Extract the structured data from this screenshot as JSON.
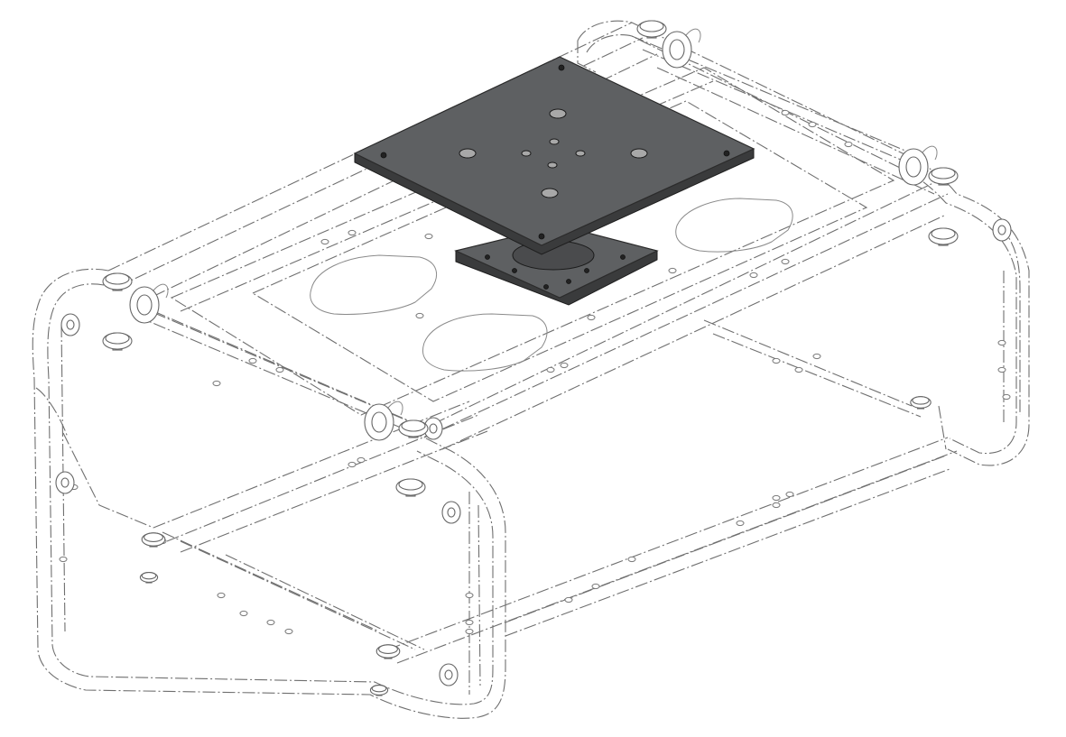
{
  "figure": {
    "subject": "",
    "colors": {
      "background": "#ffffff",
      "frame_line": "#6f6f6f",
      "plate_face": "#5e6062",
      "plate_edge": "#3a3b3c",
      "plate_hole": "#a8a8a8"
    },
    "components": [
      {
        "id": "frame-top-rail-left",
        "icon": "rail"
      },
      {
        "id": "frame-top-rail-right",
        "icon": "rail"
      },
      {
        "id": "frame-end-loop-left",
        "icon": "loop"
      },
      {
        "id": "frame-end-loop-right",
        "icon": "loop"
      },
      {
        "id": "mounting-plate",
        "icon": "plate"
      },
      {
        "id": "base-plate",
        "icon": "plate"
      },
      {
        "id": "quick-release-pins",
        "icon": "pin"
      },
      {
        "id": "locking-knobs",
        "icon": "knob"
      }
    ]
  }
}
